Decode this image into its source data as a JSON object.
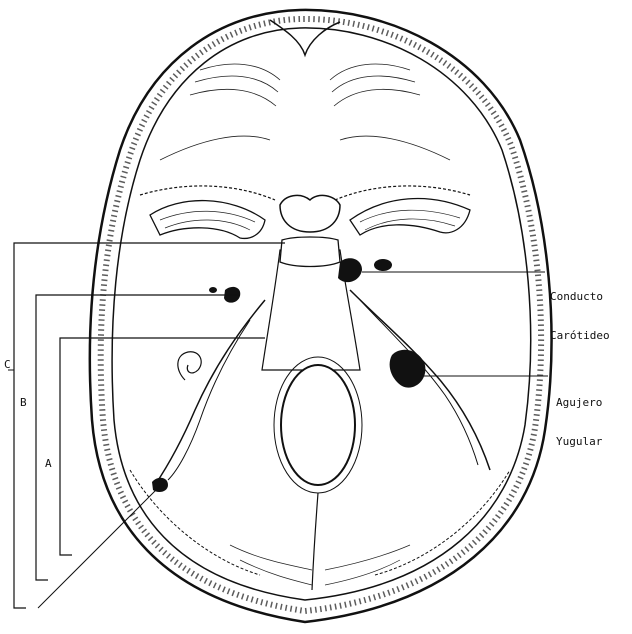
{
  "labels": {
    "conducto_line1": "Conducto",
    "conducto_line2": "Carótideo",
    "agujero_line1": "Agujero",
    "agujero_line2": "Yugular",
    "bracket_a": "A",
    "bracket_b": "B",
    "bracket_c": "C"
  },
  "colors": {
    "ink": "#111111",
    "paper": "#ffffff"
  }
}
